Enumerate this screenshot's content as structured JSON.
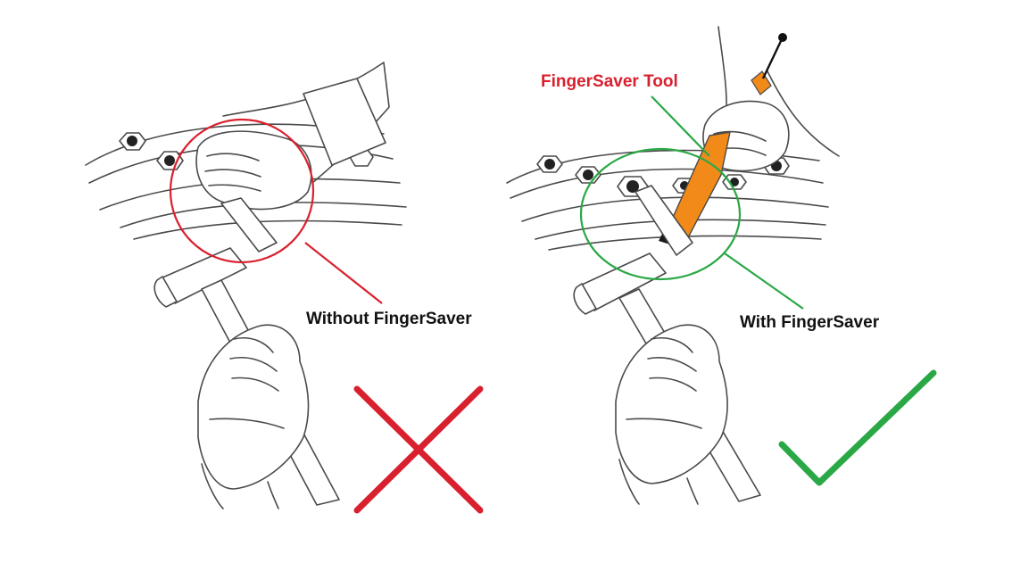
{
  "labels": {
    "without": "Without FingerSaver",
    "with": "With FingerSaver",
    "tool": "FingerSaver Tool"
  },
  "colors": {
    "bad": "#d9202e",
    "good": "#2aa845",
    "tool": "#f28a1a",
    "tool_label": "#d9202e",
    "ink": "#4a4a4a"
  },
  "icons": {
    "bad_mark": "cross-icon",
    "good_mark": "checkmark-icon"
  }
}
